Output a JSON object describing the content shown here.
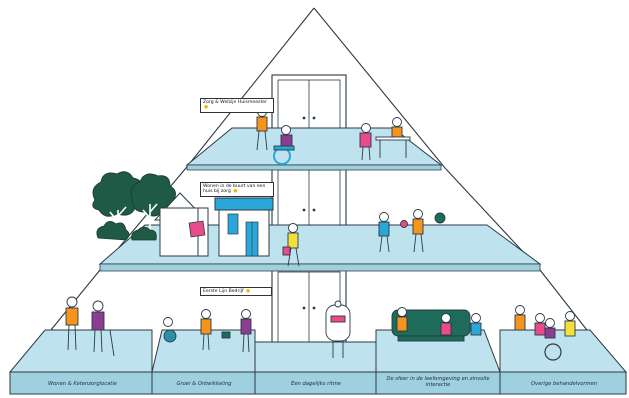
{
  "colors": {
    "floor": "#bfe3ee",
    "floor_edge": "#2b3a44",
    "orange": "#f7941d",
    "purple": "#8b3d91",
    "teal": "#2b8fa8",
    "house_blue": "#2aa7d8",
    "pink": "#e84a8c",
    "sofa_green": "#1e6b5a",
    "yellow": "#f5e03a"
  },
  "signs": {
    "top": "Zorg & Welzijn Huismeester",
    "middle": "Wonen in de buurt van een huis bij zorg",
    "ground": "Eerste Lijn Bedrijf"
  },
  "blocks": [
    {
      "label": "Wonen & Ketenzorglocatie"
    },
    {
      "label": "Groei & Ontwikkeling"
    },
    {
      "label": "Een dagelijks ritme"
    },
    {
      "label": "De sfeer in de leefomgeving en zinvolle interactie"
    },
    {
      "label": "Overige behandelvormen"
    }
  ]
}
